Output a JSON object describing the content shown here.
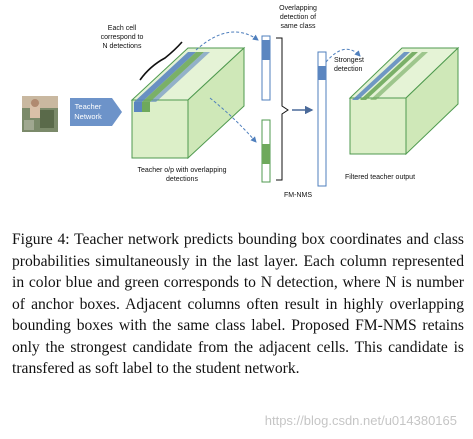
{
  "figure": {
    "labels": {
      "each_cell": [
        "Each cell",
        "correspond to",
        "N detections"
      ],
      "overlapping": [
        "Overlapping",
        "detection of",
        "same class"
      ],
      "strongest": [
        "Strongest",
        "detection"
      ],
      "teacher_network": [
        "Teacher",
        "Network"
      ],
      "teacher_output": [
        "Teacher o/p with overlapping",
        "detections"
      ],
      "fm_nms": "FM-NMS",
      "filtered_output": "Filtered teacher output"
    },
    "colors": {
      "cube_face": "#dcefc8",
      "cube_edge": "#4f9a4f",
      "blue_cell": "#5b86c0",
      "green_cell": "#6ea95c",
      "network_box": "#6d93c9",
      "arrow": "#4f7fbd"
    }
  },
  "caption": {
    "text": "Figure 4: Teacher network predicts bounding box coordinates and class probabilities simultaneously in the last layer. Each column represented in color blue and green corresponds to N detection, where N is number of anchor boxes. Adjacent columns often result in highly overlapping bounding boxes with the same class label. Proposed FM-NMS retains only the strongest candidate from the adjacent cells. This candidate is transfered as soft label to the student network."
  },
  "watermark": "https://blog.csdn.net/u014380165"
}
